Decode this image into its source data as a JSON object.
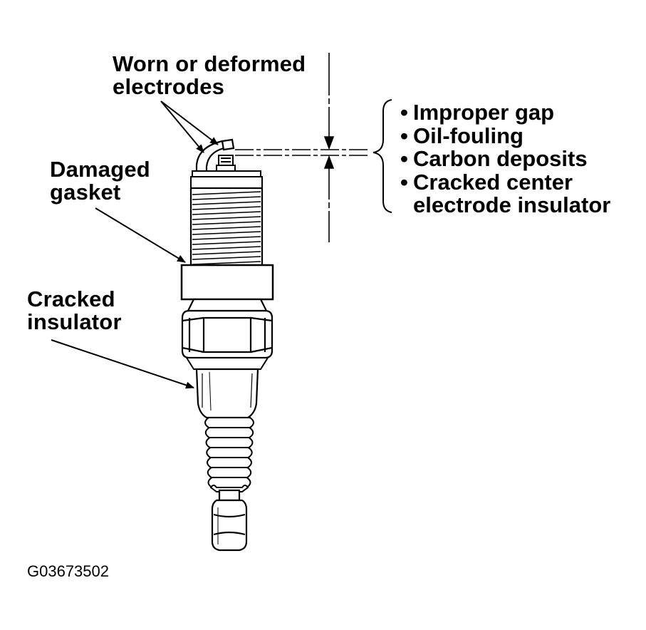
{
  "labels": {
    "electrodes": [
      "Worn or deformed",
      "electrodes"
    ],
    "gasket": [
      "Damaged",
      "gasket"
    ],
    "insulator": [
      "Cracked",
      "insulator"
    ]
  },
  "conditions": {
    "bullet": "•",
    "items": [
      "Improper gap",
      "Oil-fouling",
      "Carbon deposits",
      "Cracked center",
      "electrode insulator"
    ]
  },
  "figure_id": "G03673502"
}
